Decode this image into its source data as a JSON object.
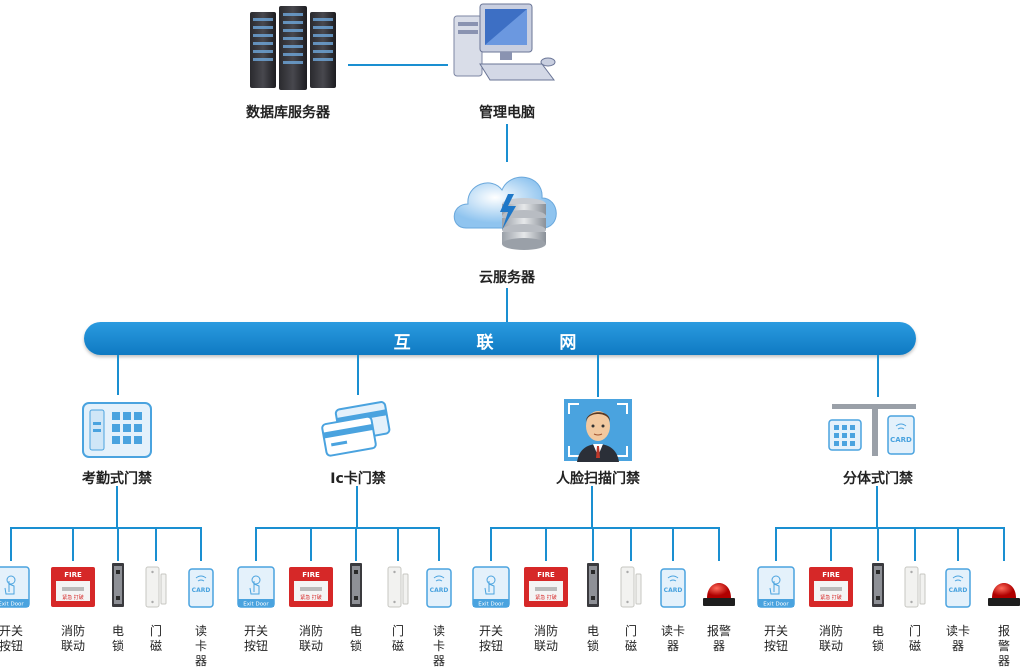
{
  "top": {
    "db_server": {
      "label": "数据库服务器",
      "icon": "server-rack-icon"
    },
    "admin_pc": {
      "label": "管理电脑",
      "icon": "desktop-computer-icon"
    },
    "cloud_server": {
      "label": "云服务器",
      "icon": "cloud-server-icon"
    }
  },
  "bus": {
    "label": "互 联 网",
    "color": "#1a8fd1"
  },
  "systems": [
    {
      "label": "考勤式门禁",
      "icon": "keypad-terminal-icon",
      "devices": [
        "开关\n按钮",
        "消防\n联动",
        "电\n锁",
        "门\n磁",
        "读\n卡\n器"
      ]
    },
    {
      "label": "Ic卡门禁",
      "icon": "ic-card-icon",
      "devices": [
        "开关\n按钮",
        "消防\n联动",
        "电\n锁",
        "门\n磁",
        "读\n卡\n器"
      ]
    },
    {
      "label": "人脸扫描门禁",
      "icon": "face-scan-icon",
      "devices": [
        "开关\n按钮",
        "消防\n联动",
        "电\n锁",
        "门\n磁",
        "读卡\n器",
        "报警\n器"
      ]
    },
    {
      "label": "分体式门禁",
      "icon": "split-access-icon",
      "devices": [
        "开关\n按钮",
        "消防\n联动",
        "电\n锁",
        "门\n磁",
        "读卡\n器",
        "报警\n器"
      ]
    }
  ],
  "device_texts": {
    "exit_door": "Exit Door",
    "fire": "FIRE",
    "card": "CARD",
    "fire_sub": "紧急 打破"
  }
}
